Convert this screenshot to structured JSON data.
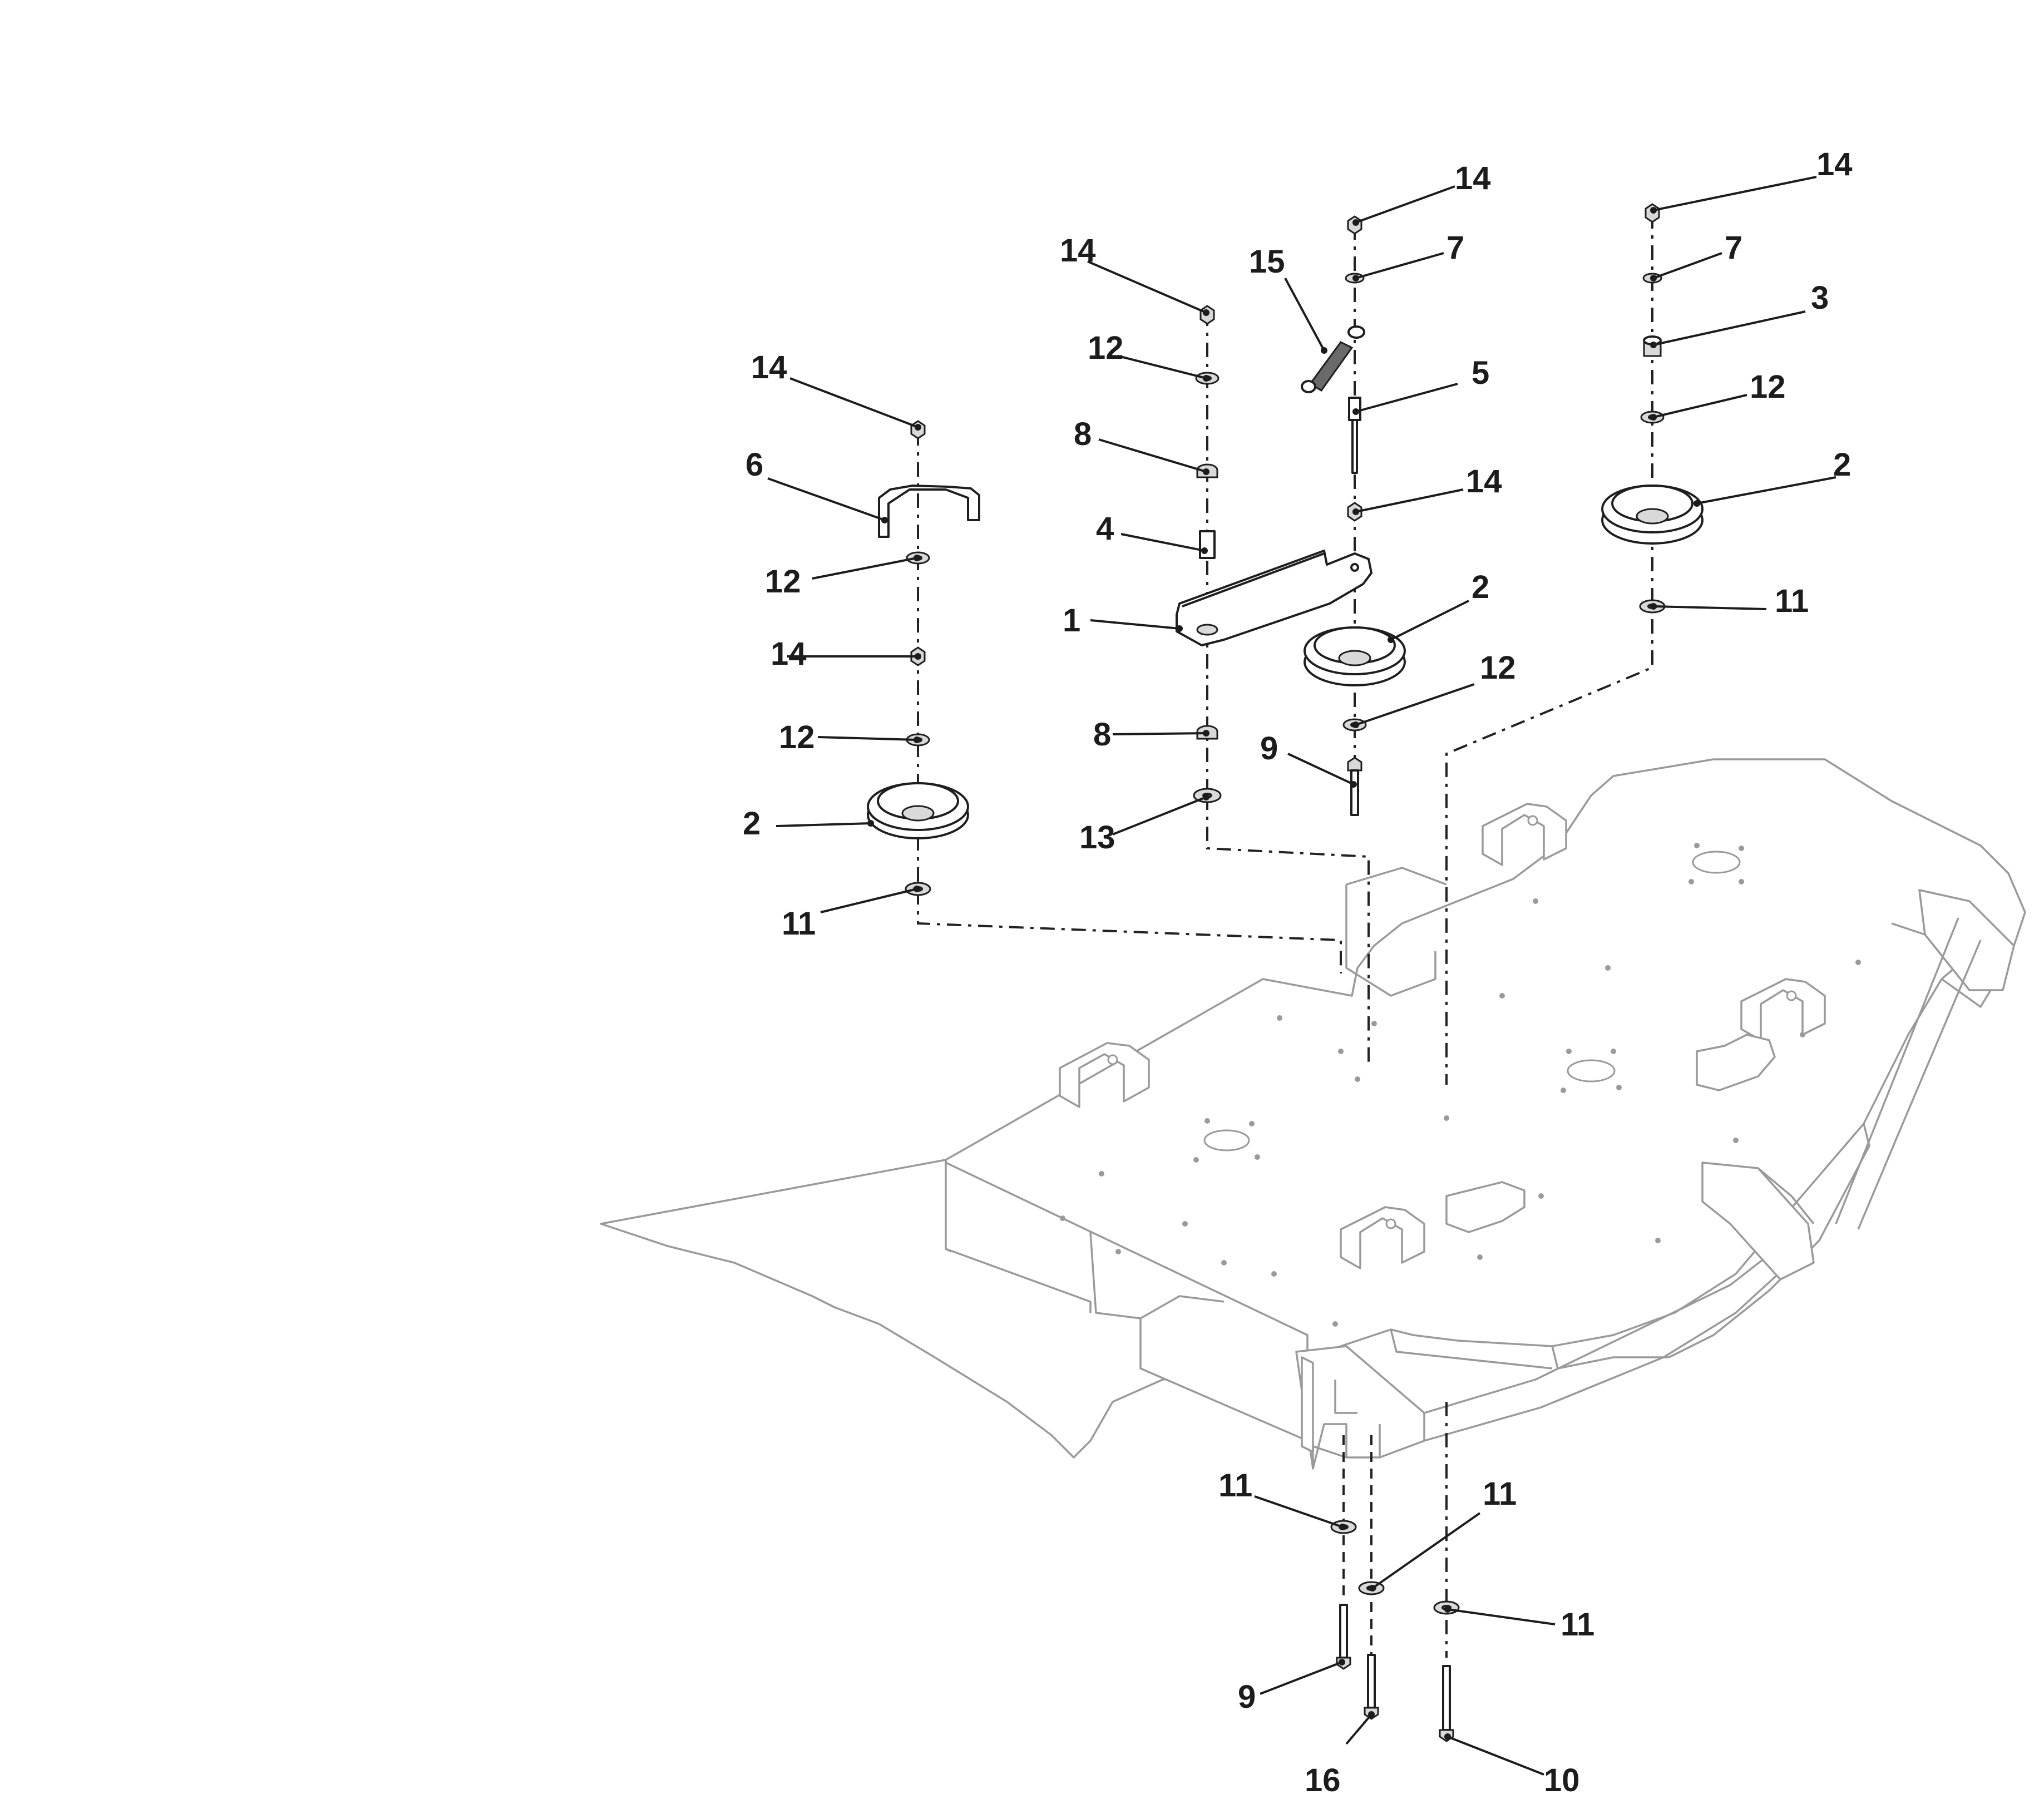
{
  "callouts": [
    {
      "number": "14"
    },
    {
      "number": "14"
    },
    {
      "number": "14"
    },
    {
      "number": "14"
    },
    {
      "number": "14"
    },
    {
      "number": "14"
    },
    {
      "number": "15"
    },
    {
      "number": "7"
    },
    {
      "number": "7"
    },
    {
      "number": "12"
    },
    {
      "number": "12"
    },
    {
      "number": "12"
    },
    {
      "number": "12"
    },
    {
      "number": "12"
    },
    {
      "number": "3"
    },
    {
      "number": "5"
    },
    {
      "number": "8"
    },
    {
      "number": "8"
    },
    {
      "number": "6"
    },
    {
      "number": "4"
    },
    {
      "number": "1"
    },
    {
      "number": "2"
    },
    {
      "number": "2"
    },
    {
      "number": "2"
    },
    {
      "number": "11"
    },
    {
      "number": "11"
    },
    {
      "number": "11"
    },
    {
      "number": "11"
    },
    {
      "number": "11"
    },
    {
      "number": "9"
    },
    {
      "number": "9"
    },
    {
      "number": "13"
    },
    {
      "number": "16"
    },
    {
      "number": "10"
    },
    {
      "number": "14"
    }
  ]
}
